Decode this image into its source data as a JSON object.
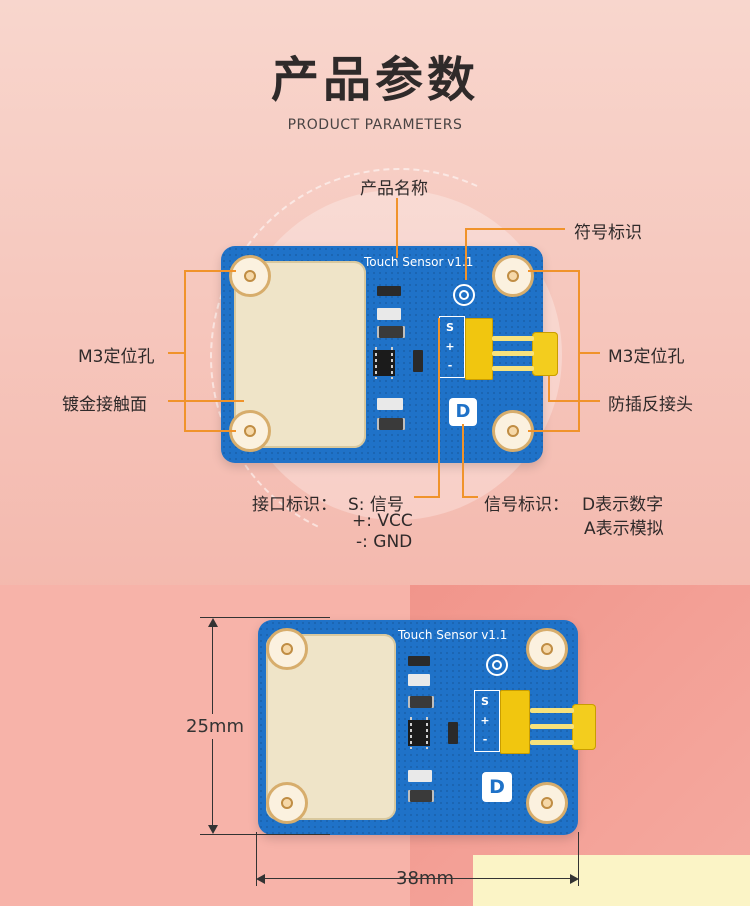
{
  "header": {
    "title": "产品参数",
    "subtitle": "PRODUCT PARAMETERS"
  },
  "board": {
    "name": "Touch Sensor v1.1",
    "pins": [
      "S",
      "+",
      "-"
    ]
  },
  "callouts": {
    "product_name": "产品名称",
    "symbol_mark": "符号标识",
    "mount_hole_left": "M3定位孔",
    "gold_pad": "镀金接触面",
    "mount_hole_right": "M3定位孔",
    "anti_plug": "防插反接头",
    "interface_title": "接口标识：",
    "interface_s": "S: 信号",
    "interface_vcc": "+: VCC",
    "interface_gnd": "-: GND",
    "signal_title": "信号标识：",
    "signal_d": "D表示数字",
    "signal_a": "A表示模拟"
  },
  "dimensions": {
    "height": "25mm",
    "width": "38mm"
  },
  "colors": {
    "accent": "#f0932b",
    "pcb": "#1f72c8",
    "connector": "#f1c60f"
  }
}
